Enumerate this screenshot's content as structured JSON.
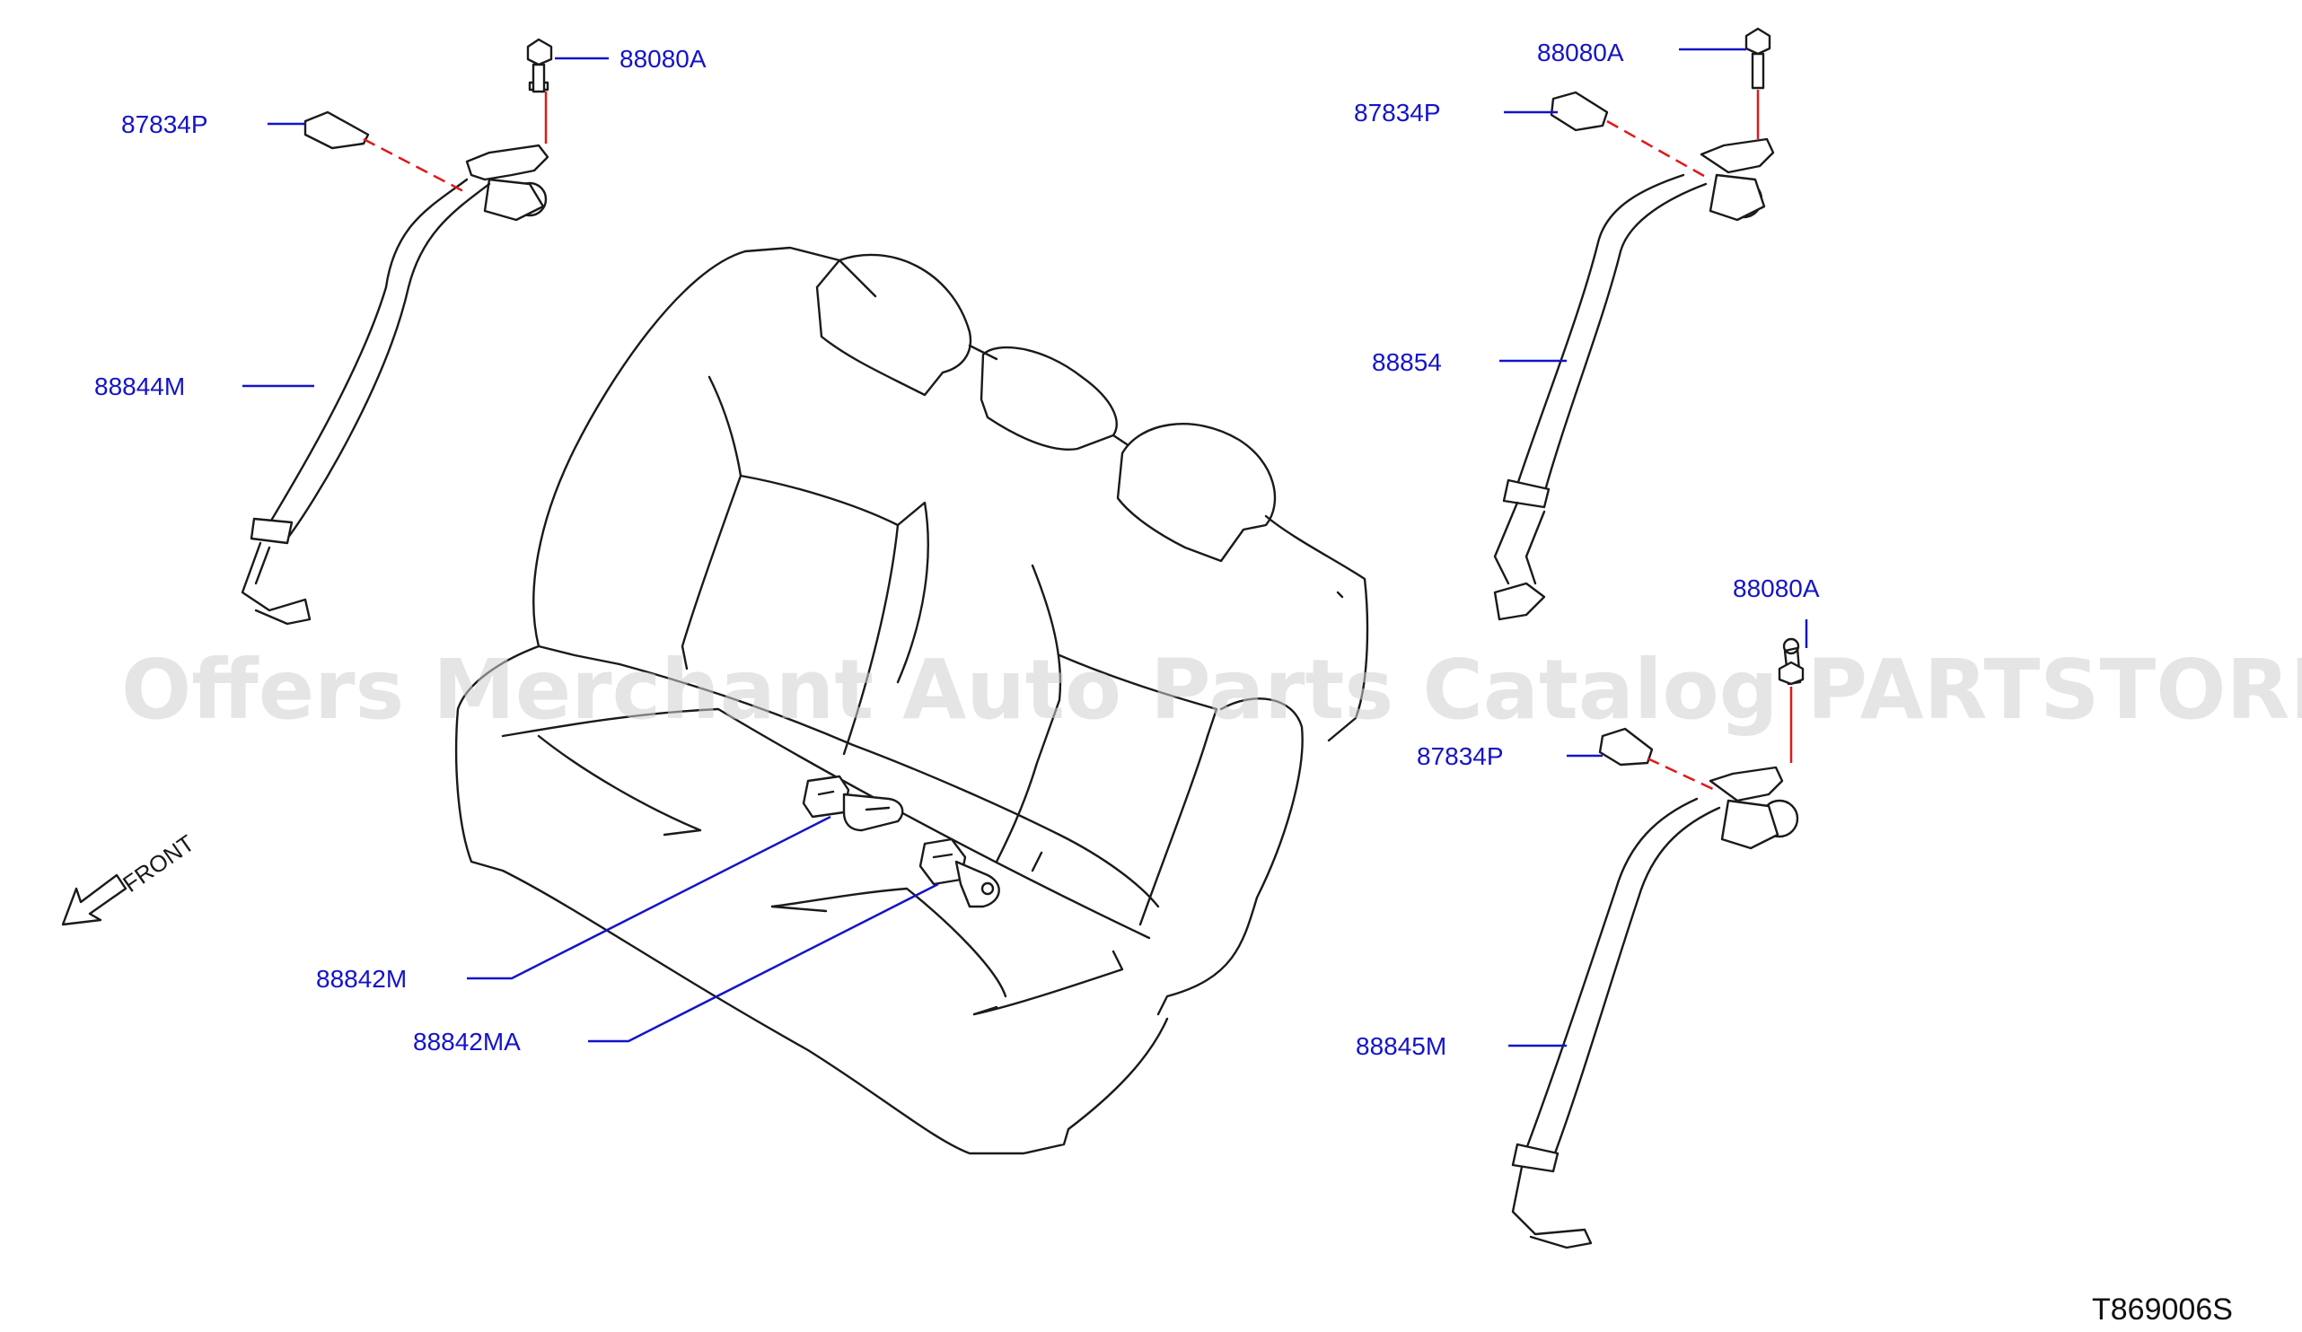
{
  "diagram": {
    "code": "T869006S",
    "front_label": "FRONT",
    "watermark": "Offers Merchant Auto Parts Catalog PARTSTORE.SA"
  },
  "parts": {
    "bolt_left": "88080A",
    "cover_left": "87834P",
    "belt_left": "88844M",
    "bolt_right_upper": "88080A",
    "cover_right_upper": "87834P",
    "belt_center": "88854",
    "bolt_right_lower": "88080A",
    "cover_right_lower": "87834P",
    "belt_right": "88845M",
    "buckle_left": "88842M",
    "buckle_center": "88842MA"
  }
}
